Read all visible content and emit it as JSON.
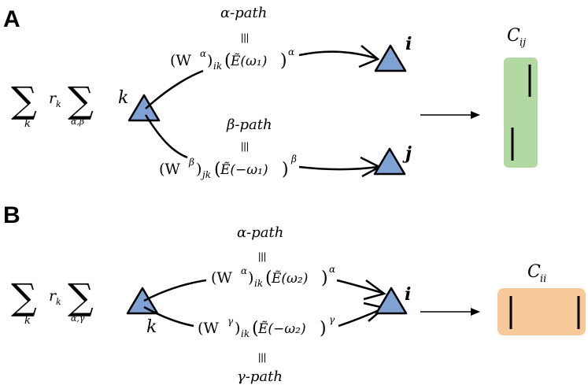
{
  "colors": {
    "node_fill": "#7fa1d4",
    "node_stroke": "#000000",
    "cij_box": "#b3d9a3",
    "cii_box": "#f7c898",
    "line": "#000000"
  },
  "panel_a": {
    "label": "A",
    "sum_symbol": "∑",
    "sum_index_outer": "k",
    "r_symbol": "r",
    "r_sub": "k",
    "sum_index_inner": "α,β",
    "source_node_label": "k",
    "alpha_path_label": "α-path",
    "beta_path_label": "β-path",
    "equiv_symbol": "|||",
    "alpha_weight": "(W",
    "alpha_weight_sup": "α",
    "alpha_weight_sub": "ik",
    "alpha_field": "Ẽ(ω₁)",
    "alpha_field_sup": "α",
    "beta_weight": "(W",
    "beta_weight_sup": "β",
    "beta_weight_sub": "jk",
    "beta_field": "Ẽ(−ω₁)",
    "beta_field_sup": "β",
    "target_i_label": "i",
    "target_j_label": "j",
    "output_label": "C",
    "output_sub": "ij"
  },
  "panel_b": {
    "label": "B",
    "sum_symbol": "∑",
    "sum_index_outer": "k",
    "r_symbol": "r",
    "r_sub": "k",
    "sum_index_inner": "α,γ",
    "source_node_label": "k",
    "alpha_path_label": "α-path",
    "gamma_path_label": "γ-path",
    "equiv_symbol": "|||",
    "alpha_weight": "(W",
    "alpha_weight_sup": "α",
    "alpha_weight_sub": "ik",
    "alpha_field": "Ẽ(ω₂)",
    "alpha_field_sup": "α",
    "gamma_weight": "(W",
    "gamma_weight_sup": "γ",
    "gamma_weight_sub": "ik",
    "gamma_field": "Ẽ(−ω₂)",
    "gamma_field_sup": "γ",
    "target_i_label": "i",
    "output_label": "C",
    "output_sub": "ii"
  }
}
